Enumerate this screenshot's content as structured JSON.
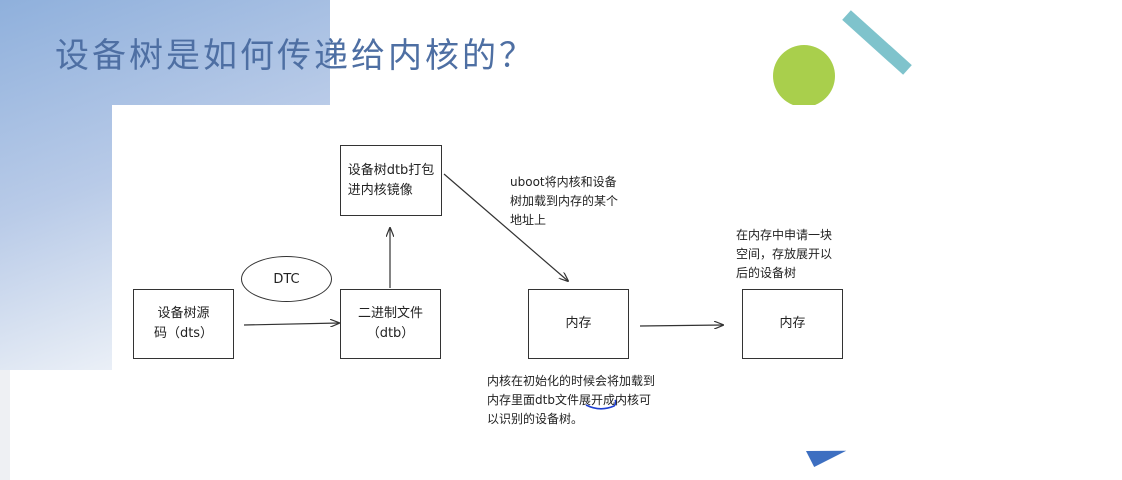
{
  "title": "设备树是如何传递给内核的？",
  "diagram": {
    "dts_box": {
      "lines": [
        "设备树源",
        "码（dts）"
      ]
    },
    "dtc_label": "DTC",
    "dtb_box": {
      "lines": [
        "二进制文件",
        "（dtb）"
      ]
    },
    "pack_box": {
      "lines": [
        "设备树dtb打包",
        "进内核镜像"
      ]
    },
    "memory_box_1": "内存",
    "memory_box_2": "内存",
    "uboot_note": [
      "uboot将内核和设备",
      "树加载到内存的某个",
      "地址上"
    ],
    "alloc_note": [
      "在内存中申请一块",
      "空间，存放展开以",
      "后的设备树"
    ],
    "kernel_note": [
      "内核在初始化的时候会将加载到",
      "内存里面dtb文件展开成内核可",
      "以识别的设备树。"
    ]
  }
}
